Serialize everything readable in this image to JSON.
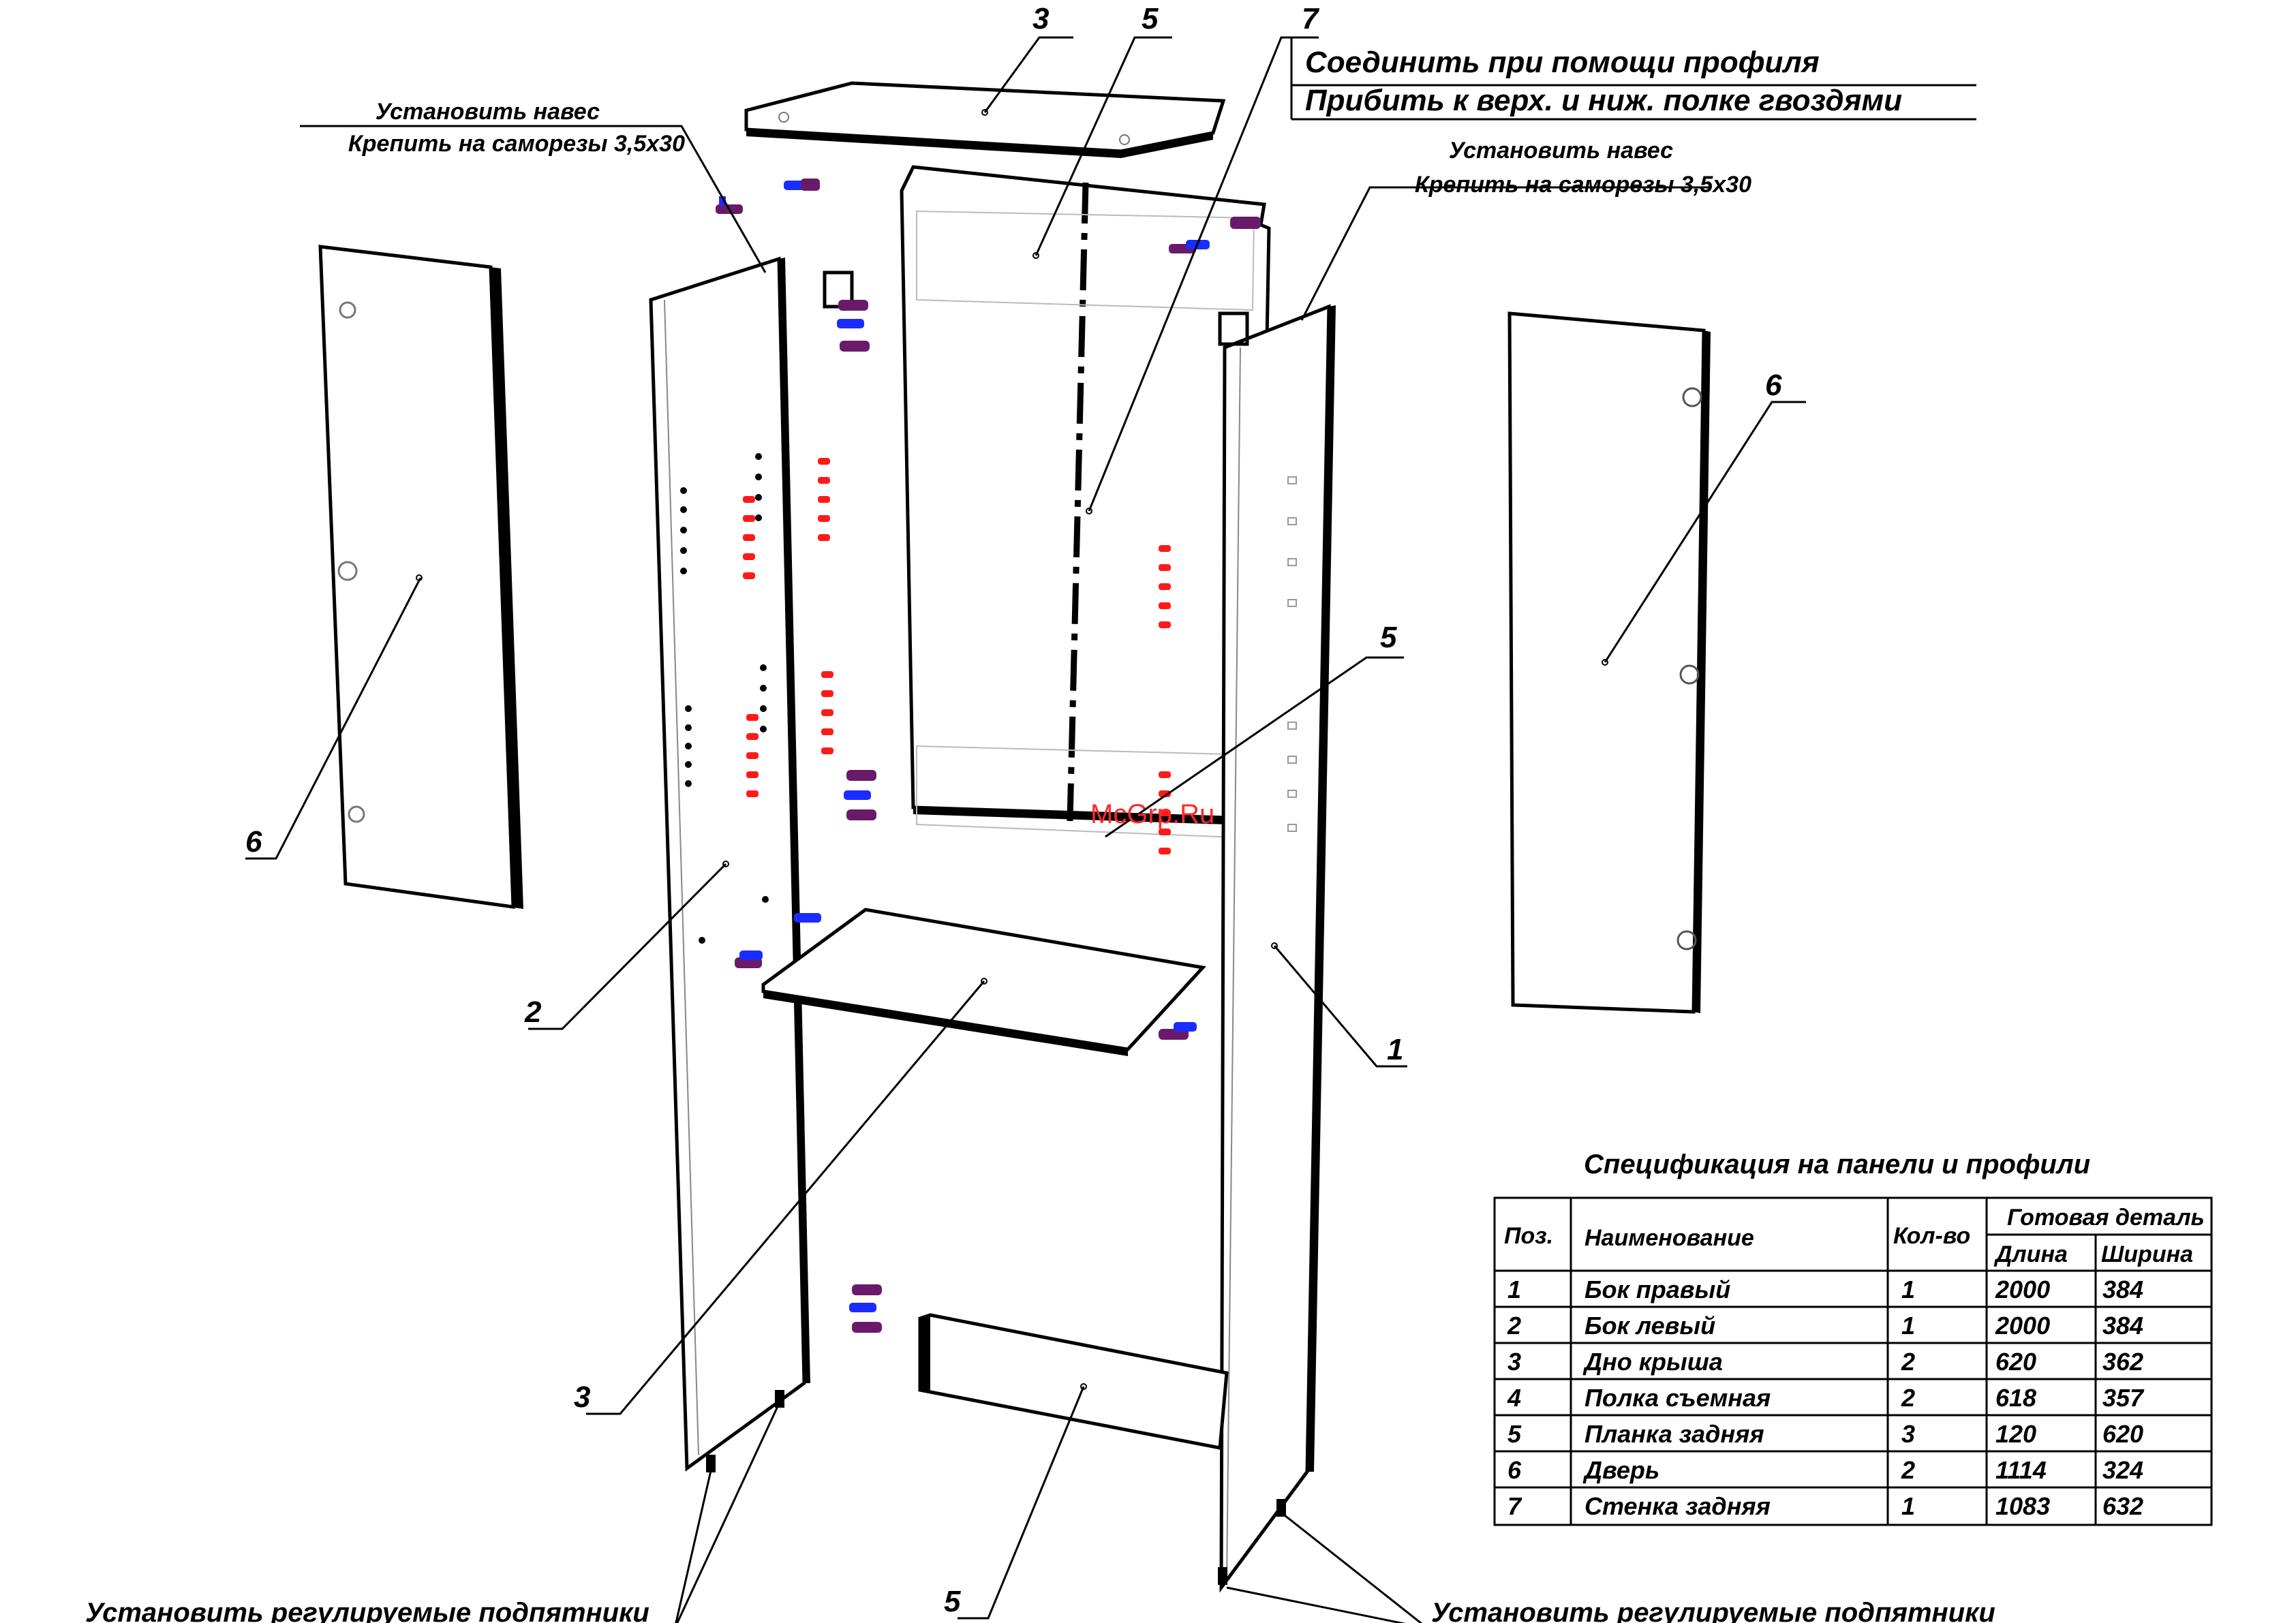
{
  "notes": {
    "hinge_left_line1": "Установить навес",
    "hinge_left_line2": "Крепить на саморезы 3,5х30",
    "hinge_right_line1": "Установить навес",
    "hinge_right_line2": "Крепить на саморезы 3,5х30",
    "profile_line1": "Соединить при помощи профиля",
    "profile_line2": "Прибить к верх. и ниж. полке гвоздями",
    "feet_left": "Установить регулируемые подпятники",
    "feet_right": "Установить регулируемые подпятники"
  },
  "callouts": {
    "c_top3": "3",
    "c_top5": "5",
    "c_top7": "7",
    "c_door_left": "6",
    "c_door_right": "6",
    "c_mid5": "5",
    "c_side_left": "2",
    "c_side_right": "1",
    "c_shelf": "3",
    "c_bottom5": "5"
  },
  "watermark": "McGrp.Ru",
  "spec": {
    "title": "Спецификация на панели и профили",
    "headers": {
      "pos": "Поз.",
      "name": "Наименование",
      "qty": "Кол-во",
      "finished": "Готовая деталь",
      "length": "Длина",
      "width": "Ширина"
    },
    "rows": [
      {
        "pos": "1",
        "name": "Бок правый",
        "qty": "1",
        "length": "2000",
        "width": "384"
      },
      {
        "pos": "2",
        "name": "Бок левый",
        "qty": "1",
        "length": "2000",
        "width": "384"
      },
      {
        "pos": "3",
        "name": "Дно крыша",
        "qty": "2",
        "length": "620",
        "width": "362"
      },
      {
        "pos": "4",
        "name": "Полка съемная",
        "qty": "2",
        "length": "618",
        "width": "357"
      },
      {
        "pos": "5",
        "name": "Планка задняя",
        "qty": "3",
        "length": "120",
        "width": "620"
      },
      {
        "pos": "6",
        "name": "Дверь",
        "qty": "2",
        "length": "1114",
        "width": "324"
      },
      {
        "pos": "7",
        "name": "Стенка задняя",
        "qty": "1",
        "length": "1083",
        "width": "632"
      }
    ]
  },
  "colors": {
    "line": "#000000",
    "ghost": "#9a9a9a",
    "dowel": "#ff1a1a",
    "fitting_blue": "#1a2cff",
    "fitting_purple": "#6a1a6a"
  }
}
